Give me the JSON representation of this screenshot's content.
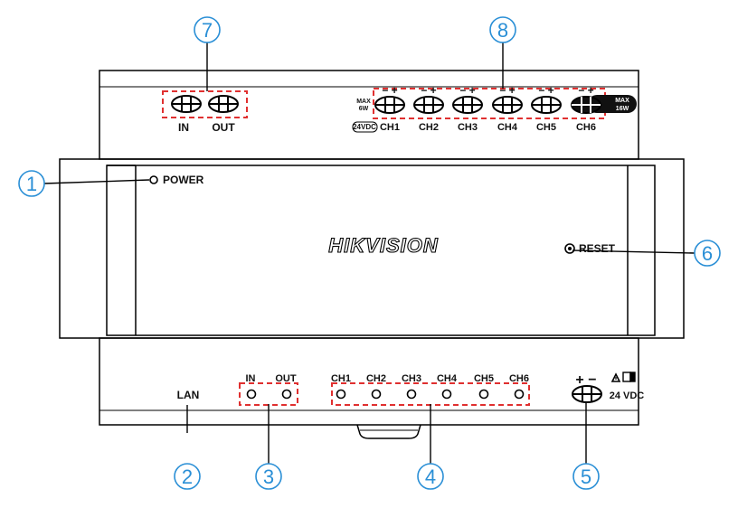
{
  "brand": "HIKVISION",
  "colors": {
    "callout": "#2a8fd6",
    "highlight_box": "#e03030",
    "outline": "#000000"
  },
  "callouts": [
    "1",
    "2",
    "3",
    "4",
    "5",
    "6",
    "7",
    "8"
  ],
  "top_terminals": {
    "audio": {
      "in": "IN",
      "out": "OUT"
    },
    "power_out": {
      "max_top_left": "MAX",
      "max_bottom_left": "6W",
      "voltage": "24VDC",
      "max_top_right": "MAX",
      "max_bottom_right": "16W",
      "polarity": "− +",
      "channels": [
        "CH1",
        "CH2",
        "CH3",
        "CH4",
        "CH5",
        "CH6"
      ]
    }
  },
  "front": {
    "power_led": "POWER",
    "reset": "RESET"
  },
  "bottom": {
    "lan": "LAN",
    "audio": {
      "in": "IN",
      "out": "OUT"
    },
    "channels": [
      "CH1",
      "CH2",
      "CH3",
      "CH4",
      "CH5",
      "CH6"
    ],
    "power": {
      "polarity": "+ −",
      "voltage": "24 VDC",
      "warning_icon": "warning-triangle-icon"
    }
  }
}
